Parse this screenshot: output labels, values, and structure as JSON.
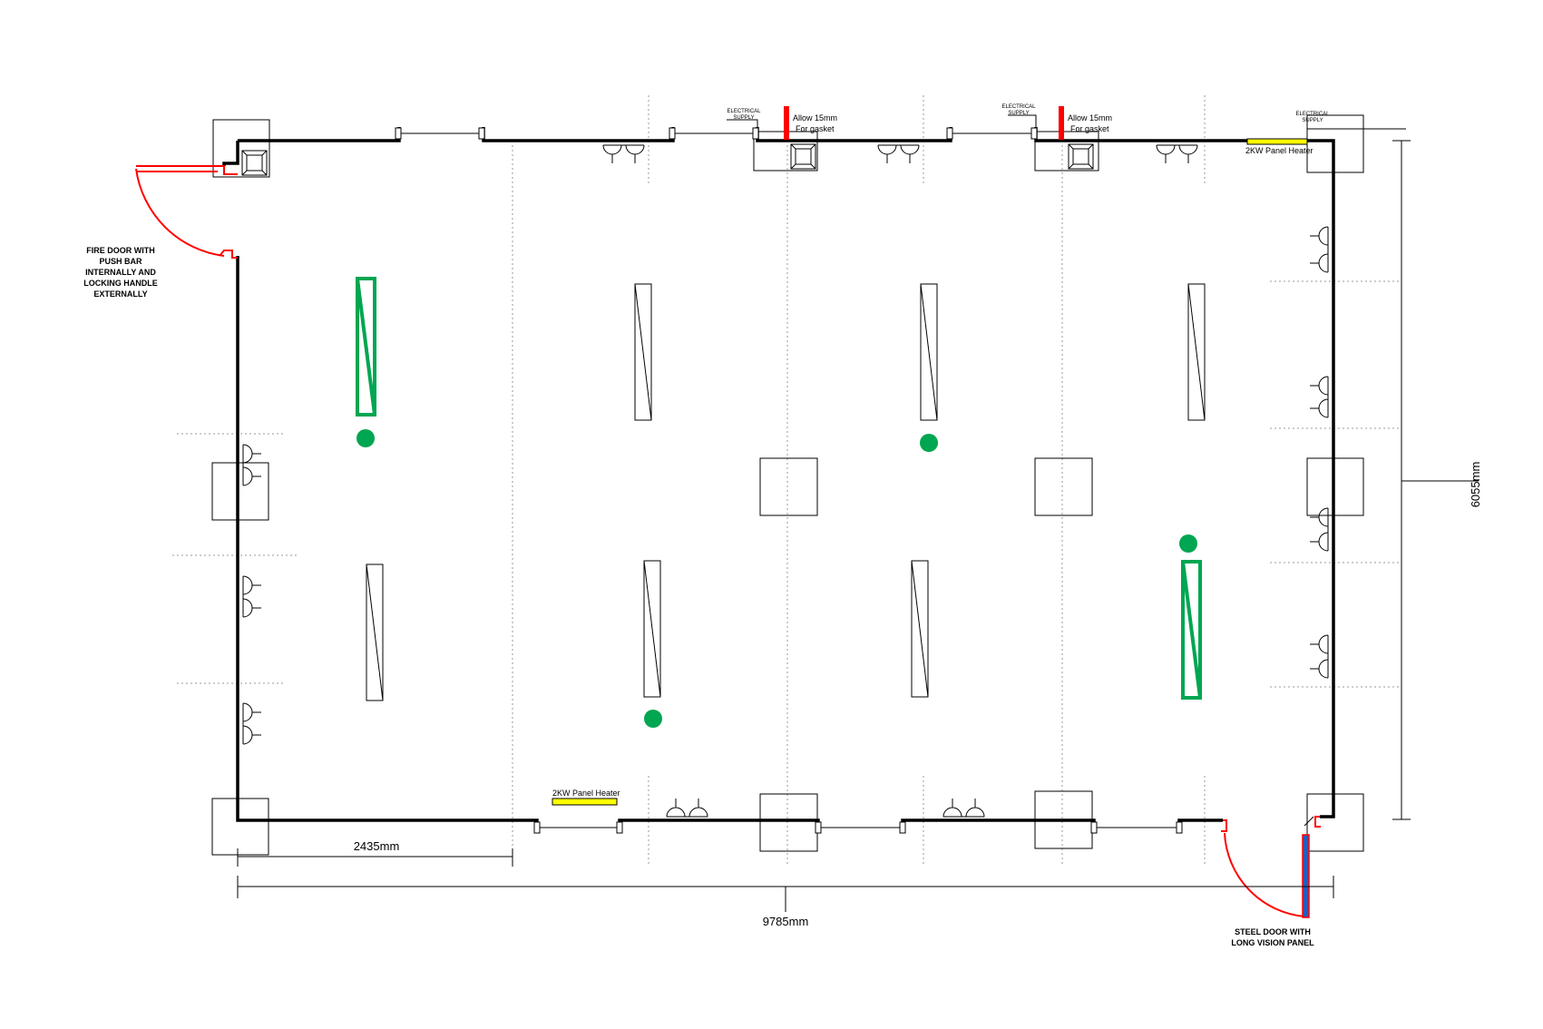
{
  "labels": {
    "fire_door_lines": [
      "FIRE DOOR WITH",
      "PUSH BAR",
      "INTERNALLY AND",
      "LOCKING HANDLE",
      "EXTERNALLY"
    ],
    "steel_door_lines": [
      "STEEL DOOR WITH",
      "LONG VISION PANEL"
    ],
    "electrical_supply_lines": [
      "ELECTRICAL",
      "SUPPLY"
    ],
    "allow_gasket_lines": [
      "Allow 15mm",
      "For gasket"
    ],
    "panel_heater": "2KW Panel Heater"
  },
  "dimensions": {
    "overall_width": "9785mm",
    "overall_depth": "6055mm",
    "module_width": "2435mm"
  },
  "colors": {
    "wall": "#000000",
    "door_swing": "#ff0000",
    "gasket_marker": "#ff0000",
    "heater": "#ffff00",
    "light_marker": "#00a651",
    "vision_panel": "#1f5fbf",
    "grid_line": "#9a9a9a"
  },
  "icons": {
    "window": "window-icon",
    "double_socket": "double-socket-icon",
    "light_fitting": "strip-light-icon",
    "ceiling_light": "emergency-light-icon",
    "extractor": "extractor-fan-icon"
  }
}
